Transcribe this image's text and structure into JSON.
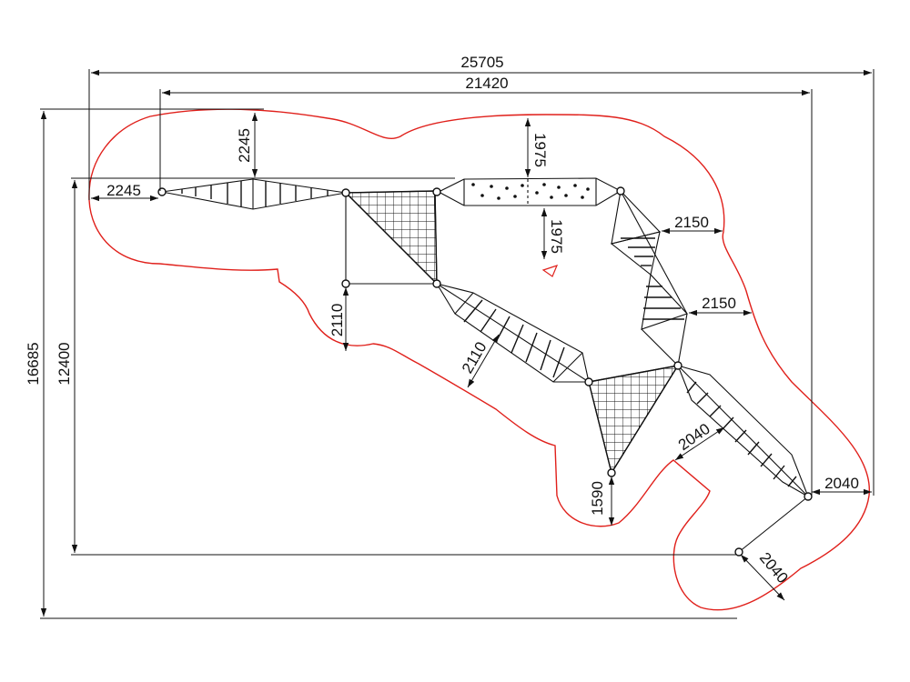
{
  "dimensions": {
    "overall_width": "25705",
    "structure_width": "21420",
    "overall_height": "16685",
    "structure_height": "12400",
    "left_clearance": "2245",
    "top_clearance": "2245",
    "beam_clearance_top": "1975",
    "beam_clearance_bottom": "1975",
    "tower_clearance": "2110",
    "bridge_clearance": "2110",
    "ladder_clearance_upper": "2150",
    "ladder_clearance_lower": "2150",
    "net_clearance": "1590",
    "chain_clearance": "2040",
    "right_clearance": "2040",
    "end_clearance": "2040"
  },
  "colors": {
    "safety_zone": "#e0201b",
    "structure": "#111111",
    "background": "#ffffff"
  }
}
